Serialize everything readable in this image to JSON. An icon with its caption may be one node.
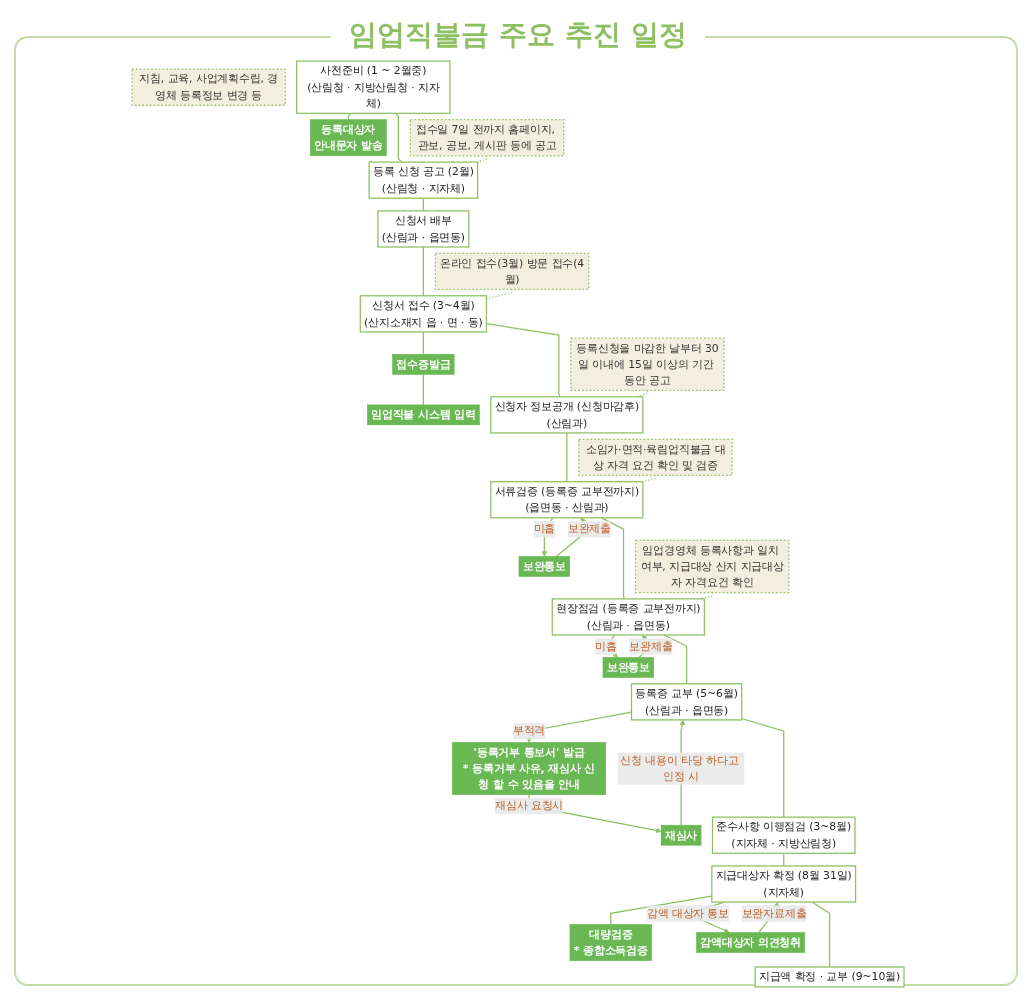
{
  "diagram": {
    "title": "임업직불금 주요 추진 일정",
    "nodes": [
      {
        "text": [
          "지침, 교육, 사업계획수립, 경영체 등록정보 변경 등"
        ]
      },
      {
        "text": [
          "사전준비 (1 ~ 2월중)",
          "(산림청 · 지방산림청 · 지자체)"
        ]
      },
      {
        "text": [
          "등록대상자",
          "안내문자 발송"
        ]
      },
      {
        "text": [
          "접수일 7일 전까지 홈페이지, 관보, 공보, 게시판 등에 공고"
        ]
      },
      {
        "text": [
          "등록 신청 공고 (2월)",
          "(산림청 · 지자체)"
        ]
      },
      {
        "text": [
          "신청서 배부",
          "(산림과 · 읍면동)"
        ]
      },
      {
        "text": [
          "온라인 접수(3월) 방문 접수(4월)"
        ]
      },
      {
        "text": [
          "신청서 접수 (3~4월)",
          "(산지소재지 읍 · 면 · 동)"
        ]
      },
      {
        "text": [
          "접수증발급"
        ]
      },
      {
        "text": [
          "임업직불 시스템 입력"
        ]
      },
      {
        "text": [
          "등록신청을 마감한 날부터 30일 이내에 15일 이상의 기간 동안 공고"
        ]
      },
      {
        "text": [
          "신청자 정보공개 (신청마감후)",
          "(산림과)"
        ]
      },
      {
        "text": [
          "소임가·면적·육림업직불금 대상 자격 요건 확인 및 검증"
        ]
      },
      {
        "text": [
          "서류검증 (등록증 교부전까지)",
          "(읍면동 · 산림과)"
        ]
      },
      {
        "text": [
          "보완통보"
        ]
      },
      {
        "text": [
          "임업경영체 등록사항과 일치 여부, 지급대상 산지 지급대상자 자격요건 확인"
        ]
      },
      {
        "text": [
          "현장점검 (등록증 교부전까지)",
          "(산림과 · 읍면동)"
        ]
      },
      {
        "text": [
          "보완통보"
        ]
      },
      {
        "text": [
          "등록증 교부 (5~6월)",
          "(산림과 · 읍면동)"
        ]
      },
      {
        "text": [
          "'등록거부 통보서' 발급",
          "* 등록거부 사유, 재심사 신청 할 수 있음을 안내"
        ]
      },
      {
        "text": [
          "재심사"
        ]
      },
      {
        "text": [
          "준수사항 이행점검 (3~8월)",
          "(지자체 · 지방산림청)"
        ]
      },
      {
        "text": [
          "지급대상자 확정 (8월 31일)",
          "(지자체)"
        ]
      },
      {
        "text": [
          "대량검증",
          "* 종합소득검증"
        ]
      },
      {
        "text": [
          "감액대상자 의견청취"
        ]
      },
      {
        "text": [
          "지급액 확정 · 교부 (9~10월)"
        ]
      }
    ],
    "edges": [
      {
        "from": 1,
        "to": 4,
        "arrow": "none"
      },
      {
        "from": 1,
        "to": 2,
        "arrow": "none"
      },
      {
        "from": 3,
        "to": 4,
        "arrow": "none",
        "style": "dashed"
      },
      {
        "from": 4,
        "to": 5,
        "arrow": "none"
      },
      {
        "from": 5,
        "to": 7,
        "arrow": "none"
      },
      {
        "from": 6,
        "to": 7,
        "arrow": "none",
        "style": "dashed"
      },
      {
        "from": 7,
        "to": 8,
        "arrow": "none"
      },
      {
        "from": 8,
        "to": 9,
        "arrow": "none"
      },
      {
        "from": 7,
        "to": 11,
        "arrow": "none"
      },
      {
        "from": 10,
        "to": 11,
        "arrow": "none",
        "style": "dashed"
      },
      {
        "from": 11,
        "to": 13,
        "arrow": "none"
      },
      {
        "from": 12,
        "to": 13,
        "arrow": "none",
        "style": "dashed"
      },
      {
        "from": 13,
        "to": 14,
        "arrow": "to",
        "label": "미흡"
      },
      {
        "from": 14,
        "to": 13,
        "arrow": "to",
        "label": "보완제출"
      },
      {
        "from": 13,
        "to": 16,
        "arrow": "none"
      },
      {
        "from": 15,
        "to": 16,
        "arrow": "none",
        "style": "dashed"
      },
      {
        "from": 16,
        "to": 17,
        "arrow": "to",
        "label": "미흡"
      },
      {
        "from": 17,
        "to": 16,
        "arrow": "to",
        "label": "보완제출"
      },
      {
        "from": 16,
        "to": 18,
        "arrow": "none"
      },
      {
        "from": 18,
        "to": 19,
        "arrow": "to",
        "label": "부적격"
      },
      {
        "from": 19,
        "to": 20,
        "arrow": "to",
        "label": "재심사 요청시"
      },
      {
        "from": 20,
        "to": 18,
        "arrow": "to",
        "label": "신청 내용이 타당 하다고 인정 시"
      },
      {
        "from": 18,
        "to": 21,
        "arrow": "none"
      },
      {
        "from": 21,
        "to": 22,
        "arrow": "none"
      },
      {
        "from": 22,
        "to": 23,
        "arrow": "none"
      },
      {
        "from": 22,
        "to": 24,
        "arrow": "to",
        "label": "감액 대상자 통보"
      },
      {
        "from": 24,
        "to": 22,
        "arrow": "to",
        "label": "보완자료제출"
      },
      {
        "from": 22,
        "to": 25,
        "arrow": "none"
      }
    ]
  }
}
